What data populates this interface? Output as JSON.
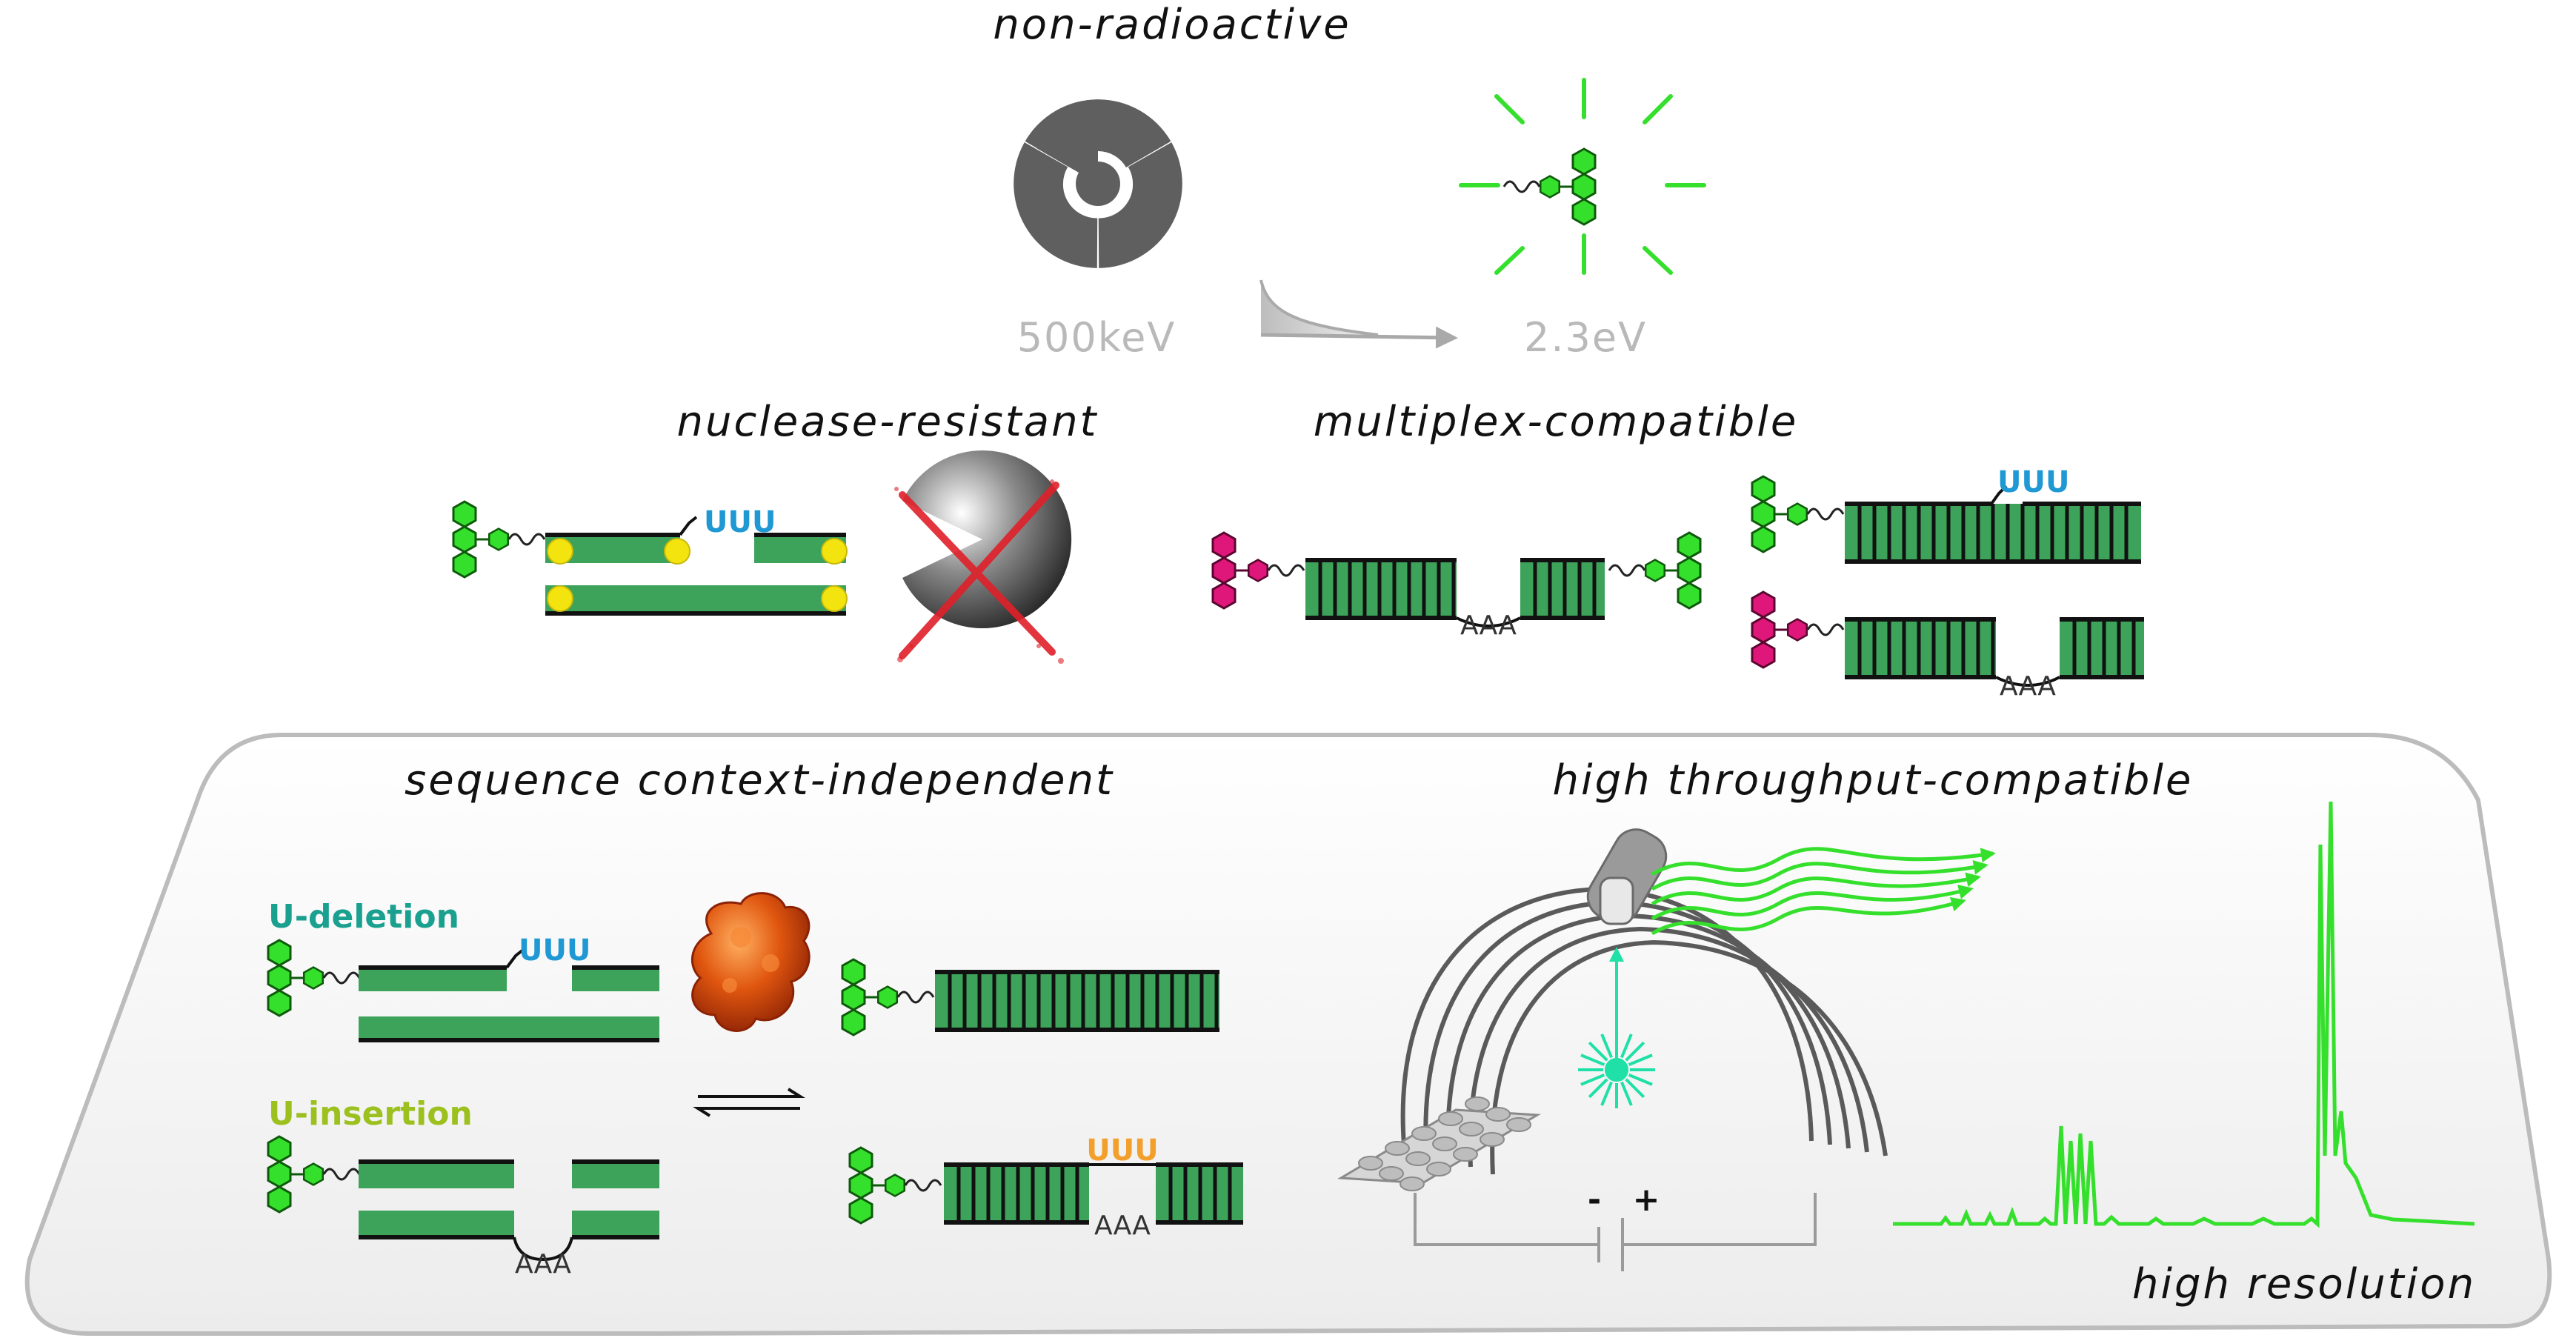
{
  "headings": {
    "non_radioactive": "non-radioactive",
    "nuclease_resistant": "nuclease-resistant",
    "multiplex_compatible": "multiplex-compatible",
    "sequence_context": "sequence context-independent",
    "high_throughput": "high throughput-compatible",
    "high_resolution": "high resolution"
  },
  "energy": {
    "radioactive": "500keV",
    "fluorescent": "2.3eV"
  },
  "labels": {
    "uuu": "UUU",
    "aaa": "AAA",
    "u_deletion": "U-deletion",
    "u_insertion": "U-insertion",
    "minus": "-",
    "plus": "+"
  },
  "colors": {
    "fluor_green": "#35e02c",
    "fluor_dark": "#0e5a0b",
    "magenta": "#e0177a",
    "rna_green": "#3da35a",
    "blue_text": "#1f98d4",
    "orange_text": "#f2a02b",
    "laser": "#1fe0a6",
    "protein": "#d0460c",
    "panel_border": "#bcbcbc"
  }
}
